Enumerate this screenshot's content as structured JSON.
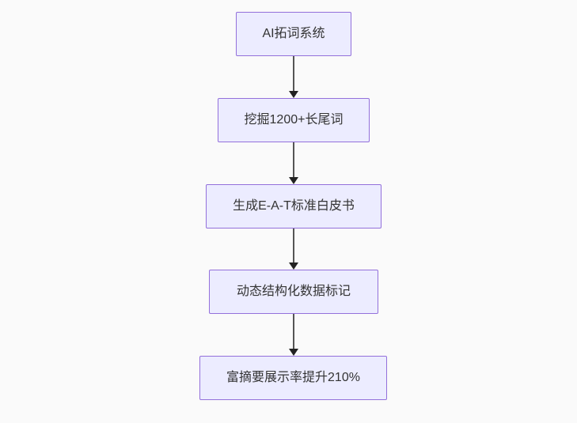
{
  "diagram": {
    "type": "flowchart",
    "direction": "top-down",
    "nodes": [
      {
        "id": "n1",
        "label": "AI拓词系统"
      },
      {
        "id": "n2",
        "label": "挖掘1200+长尾词"
      },
      {
        "id": "n3",
        "label": "生成E-A-T标准白皮书"
      },
      {
        "id": "n4",
        "label": "动态结构化数据标记"
      },
      {
        "id": "n5",
        "label": "富摘要展示率提升210%"
      }
    ],
    "edges": [
      {
        "from": "n1",
        "to": "n2",
        "style": "arrow-down"
      },
      {
        "from": "n2",
        "to": "n3",
        "style": "arrow-down"
      },
      {
        "from": "n3",
        "to": "n4",
        "style": "arrow-down"
      },
      {
        "from": "n4",
        "to": "n5",
        "style": "arrow-down"
      }
    ],
    "colors": {
      "background": "#fafafa",
      "node_fill": "#ECECFF",
      "node_border": "#9370DB",
      "node_text": "#333333",
      "edge_line": "#555555",
      "edge_arrowhead": "#222222"
    }
  }
}
